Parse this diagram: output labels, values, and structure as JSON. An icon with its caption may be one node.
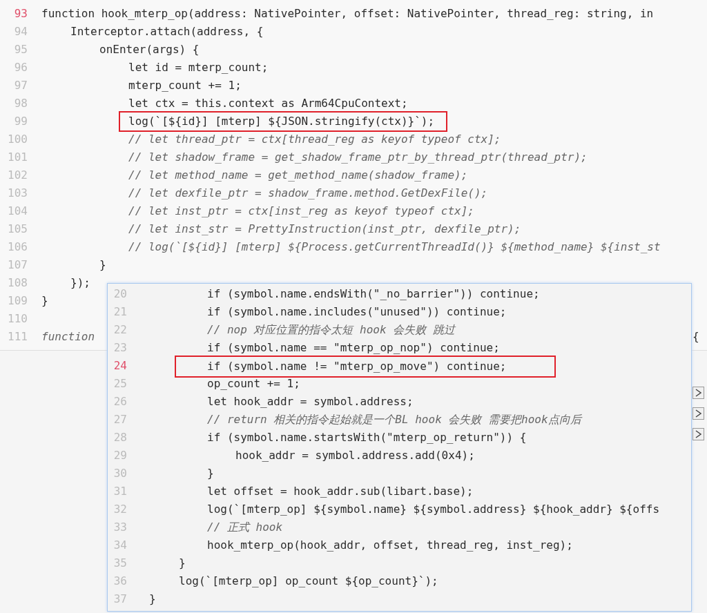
{
  "diagram": {
    "nodes": [
      {
        "text": [
          "log(`[${id}] [mterp] ${JSON.stringify(ctx)}`);"
        ]
      },
      {
        "text": [
          "if (symbol.name != \"mterp_op_move\") continue;"
        ]
      }
    ],
    "labels": [
      "93",
      "function hook_mterp_op(address: NativePointer, offset: NativePointer, thread_reg: string, in",
      "94",
      "Interceptor.attach(address, {",
      "95",
      "onEnter(args) {",
      "96",
      "let id = mterp_count;",
      "97",
      "mterp_count += 1;",
      "98",
      "let ctx = this.context as Arm64CpuContext;",
      "99",
      "100",
      "// let thread_ptr = ctx[thread_reg as keyof typeof ctx];",
      "101",
      "// let shadow_frame = get_shadow_frame_ptr_by_thread_ptr(thread_ptr);",
      "102",
      "// let method_name = get_method_name(shadow_frame);",
      "103",
      "// let dexfile_ptr = shadow_frame.method.GetDexFile();",
      "104",
      "// let inst_ptr = ctx[inst_reg as keyof typeof ctx];",
      "105",
      "// let inst_str = PrettyInstruction(inst_ptr, dexfile_ptr);",
      "106",
      "// log(`[${id}] [mterp] ${Process.getCurrentThreadId()} ${method_name} ${inst_st",
      "107",
      "}",
      "108",
      "});",
      "109",
      "}",
      "110",
      "111",
      "function",
      "{",
      "20",
      "if (symbol.name.endsWith(\"_no_barrier\")) continue;",
      "21",
      "if (symbol.name.includes(\"unused\")) continue;",
      "22",
      "// nop 对应位置的指令太短 hook 会失败 跳过",
      "23",
      "if (symbol.name == \"mterp_op_nop\") continue;",
      "24",
      "25",
      "op_count += 1;",
      "26",
      "let hook_addr = symbol.address;",
      "27",
      "// return 相关的指令起始就是一个BL hook 会失败 需要把hook点向后",
      "28",
      "if (symbol.name.startsWith(\"mterp_op_return\")) {",
      "29",
      "hook_addr = symbol.address.add(0x4);",
      "30",
      "}",
      "31",
      "let offset = hook_addr.sub(libart.base);",
      "32",
      "log(`[mterp_op] ${symbol.name} ${symbol.address} ${hook_addr} ${offs",
      "33",
      "// 正式 hook",
      "34",
      "hook_mterp_op(hook_addr, offset, thread_reg, inst_reg);",
      "35",
      "}",
      "36",
      "log(`[mterp_op] op_count ${op_count}`);",
      "37",
      "}"
    ]
  }
}
